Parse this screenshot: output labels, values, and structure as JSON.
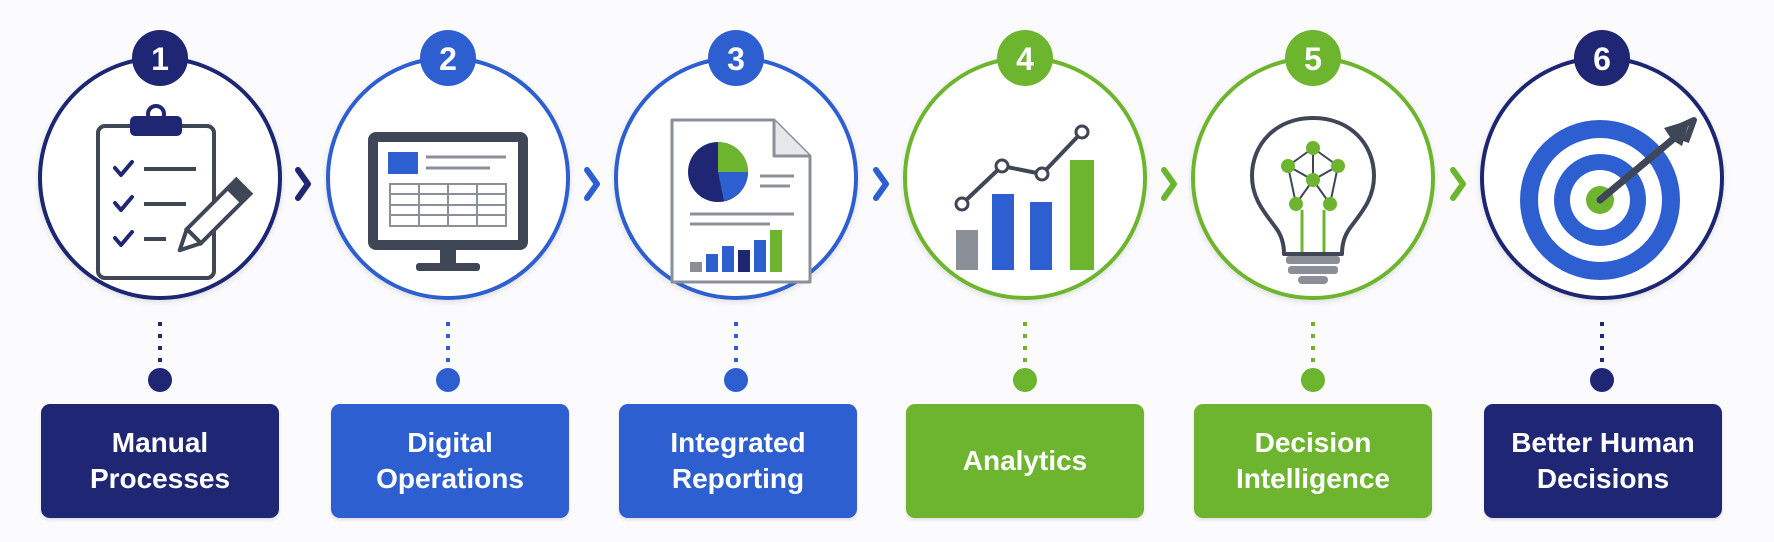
{
  "colors": {
    "navy": "#1f2673",
    "blue": "#2e5fd0",
    "green": "#6eb52f",
    "gray_icon": "#3f4656",
    "gray_bar": "#8a8f98"
  },
  "steps": [
    {
      "number": "1",
      "label_line1": "Manual",
      "label_line2": "Processes",
      "icon": "clipboard-checklist-icon",
      "color": "navy"
    },
    {
      "number": "2",
      "label_line1": "Digital",
      "label_line2": "Operations",
      "icon": "computer-monitor-spreadsheet-icon",
      "color": "blue"
    },
    {
      "number": "3",
      "label_line1": "Integrated",
      "label_line2": "Reporting",
      "icon": "report-document-chart-icon",
      "color": "blue"
    },
    {
      "number": "4",
      "label_line1": "Analytics",
      "label_line2": "",
      "icon": "bar-line-chart-icon",
      "color": "green"
    },
    {
      "number": "5",
      "label_line1": "Decision",
      "label_line2": "Intelligence",
      "icon": "lightbulb-network-icon",
      "color": "green"
    },
    {
      "number": "6",
      "label_line1": "Better Human",
      "label_line2": "Decisions",
      "icon": "target-arrow-icon",
      "color": "navy"
    }
  ]
}
